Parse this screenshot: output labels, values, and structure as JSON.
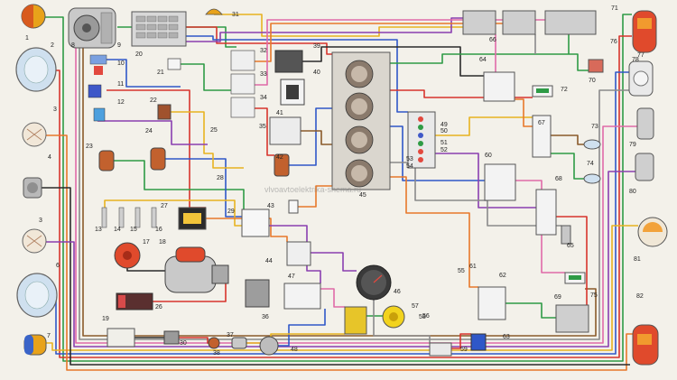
{
  "watermark": "vlvoavtoelektrika-shema.ru",
  "callouts": [
    "1",
    "2",
    "3",
    "4",
    "3",
    "6",
    "7",
    "8",
    "9",
    "10",
    "11",
    "12",
    "13",
    "14",
    "15",
    "16",
    "17",
    "18",
    "19",
    "20",
    "21",
    "22",
    "23",
    "24",
    "25",
    "26",
    "27",
    "28",
    "29",
    "30",
    "31",
    "32",
    "33",
    "34",
    "35",
    "36",
    "37",
    "38",
    "39",
    "40",
    "41",
    "42",
    "43",
    "44",
    "45",
    "46",
    "47",
    "48",
    "49",
    "50",
    "51",
    "52",
    "53",
    "54",
    "55",
    "56",
    "57",
    "58",
    "59",
    "60",
    "61",
    "62",
    "63",
    "64",
    "65",
    "66",
    "67",
    "68",
    "69",
    "70",
    "71",
    "72",
    "73",
    "74",
    "75",
    "76",
    "77",
    "78",
    "79",
    "80",
    "81",
    "82"
  ],
  "wire_colors": {
    "red": "#d8342c",
    "blue": "#2f57c8",
    "green": "#2e9b45",
    "yellow": "#e8b320",
    "orange": "#e8782a",
    "purple": "#8a3fb0",
    "pink": "#e06aa8",
    "black": "#2a2a2a",
    "gray": "#8a8a8a",
    "brown": "#8a5a2a",
    "white": "#fafafa"
  },
  "icons": {
    "headlamp": "headlamp-icon",
    "turn_lamp": "turn-signal-lamp-icon",
    "gauge": "gauge-icon",
    "relay": "relay-icon",
    "fuse_box": "fuse-box-icon",
    "starter": "starter-motor-icon",
    "generator": "generator-icon",
    "ignition_coil": "ignition-coil-icon",
    "distributor": "distributor-icon",
    "switch": "switch-icon",
    "ground": "ground-symbol-icon",
    "connector": "connector-block-icon"
  }
}
